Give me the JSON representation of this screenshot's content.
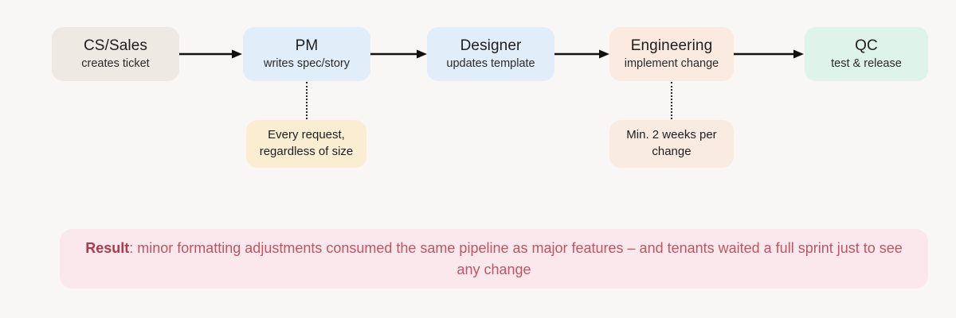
{
  "canvas": {
    "background": "#F9F7F5"
  },
  "pipeline": {
    "stages": [
      {
        "id": "cs-sales",
        "title": "CS/Sales",
        "subtitle": "creates ticket",
        "fill": "#EFE9E3"
      },
      {
        "id": "pm",
        "title": "PM",
        "subtitle": "writes spec/story",
        "fill": "#E2EDFA"
      },
      {
        "id": "designer",
        "title": "Designer",
        "subtitle": "updates template",
        "fill": "#E2EDFA"
      },
      {
        "id": "engineering",
        "title": "Engineering",
        "subtitle": "implement change",
        "fill": "#FBEADF"
      },
      {
        "id": "qc",
        "title": "QC",
        "subtitle": "test & release",
        "fill": "#DEF3EA"
      }
    ],
    "arrow_color": "#111111",
    "connector_color": "#2b2b2b"
  },
  "notes": [
    {
      "id": "pm-note",
      "text": "Every request, regardless of size",
      "line1": "Every request,",
      "line2": "regardless of size",
      "fill": "#FAEDD2",
      "attached_to": "pm"
    },
    {
      "id": "engineering-note",
      "text": "Min. 2 weeks per change",
      "line1": "Min. 2 weeks per",
      "line2": "change",
      "fill": "#FAEBE1",
      "attached_to": "engineering"
    }
  ],
  "result": {
    "label": "Result",
    "separator": ": ",
    "text": "minor formatting adjustments consumed the same pipeline as major features – and tenants waited a full sprint just to see any change",
    "fill": "#FBE8EC",
    "text_color": "#BF5562",
    "label_color": "#AE3B4C"
  }
}
